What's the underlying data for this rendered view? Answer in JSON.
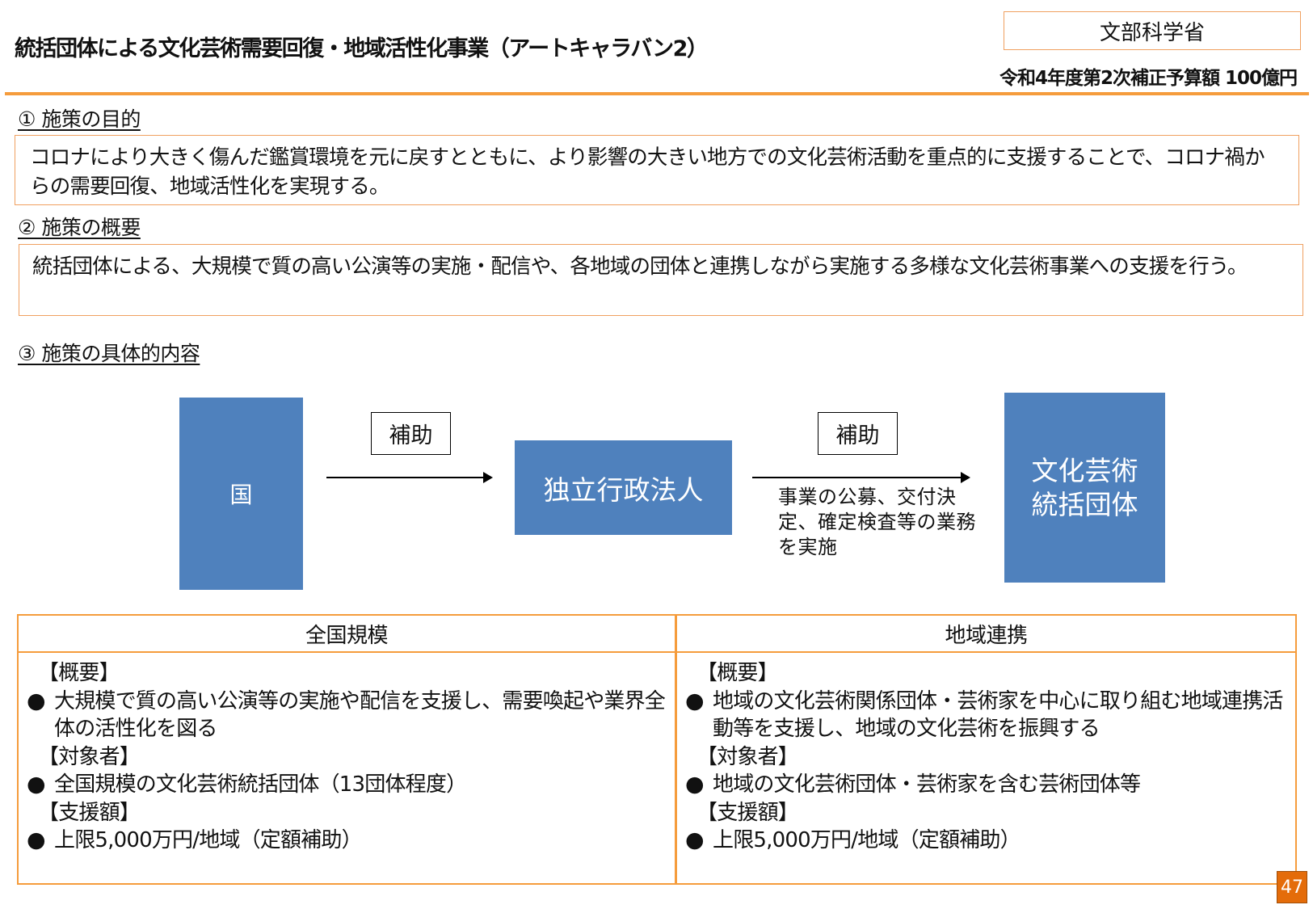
{
  "header": {
    "title": "統括団体による文化芸術需要回復・地域活性化事業（アートキャラバン2）",
    "ministry": "文部科学省",
    "budget": "令和4年度第2次補正予算額 100億円"
  },
  "sections": [
    {
      "heading": "① 施策の目的",
      "body": "コロナにより大きく傷んだ鑑賞環境を元に戻すとともに、より影響の大きい地方での文化芸術活動を重点的に支援することで、コロナ禍からの需要回復、地域活性化を実現する。"
    },
    {
      "heading": "② 施策の概要",
      "body": "統括団体による、大規模で質の高い公演等の実施・配信や、各地域の団体と連携しながら実施する多様な文化芸術事業への支援を行う。"
    },
    {
      "heading": "③ 施策の具体的内容"
    }
  ],
  "diagram": {
    "nodes": {
      "country": "国",
      "agency": "独立行政法人",
      "groups_line1": "文化芸術",
      "groups_line2": "統括団体"
    },
    "edges": [
      {
        "label": "補助"
      },
      {
        "label": "補助",
        "description": "事業の公募、交付決定、確定検査等の業務を実施"
      }
    ],
    "colors": {
      "node_fill": "#4F81BD",
      "accent": "#F59C3C"
    }
  },
  "table": {
    "columns": [
      {
        "header": "全国規模",
        "overview_label": "【概要】",
        "overview": "大規模で質の高い公演等の実施や配信を支援し、需要喚起や業界全体の活性化を図る",
        "target_label": "【対象者】",
        "target": "全国規模の文化芸術統括団体（13団体程度）",
        "amount_label": "【支援額】",
        "amount": "上限5,000万円/地域（定額補助）"
      },
      {
        "header": "地域連携",
        "overview_label": "【概要】",
        "overview": "地域の文化芸術関係団体・芸術家を中心に取り組む地域連携活動等を支援し、地域の文化芸術を振興する",
        "target_label": "【対象者】",
        "target": "地域の文化芸術団体・芸術家を含む芸術団体等",
        "amount_label": "【支援額】",
        "amount": "上限5,000万円/地域（定額補助）"
      }
    ],
    "bullet": "●"
  },
  "footer": {
    "page_number": "47"
  }
}
